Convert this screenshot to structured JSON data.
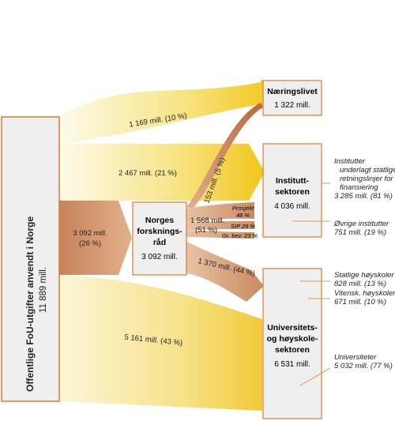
{
  "source": {
    "title": "Offentlige FoU-utgifter anvendt i Norge",
    "value": "11 889 mill."
  },
  "nodes": {
    "naeringslivet": {
      "title": "Næringslivet",
      "value": "1 322 mill."
    },
    "institutt": {
      "title_line1": "Institutt-",
      "title_line2": "sektoren",
      "value": "4 036 mill."
    },
    "uh": {
      "title_line1": "Universitets-",
      "title_line2": "og høyskole-",
      "title_line3": "sektoren",
      "value": "6 531 mill."
    },
    "nfr": {
      "title_line1": "Norges",
      "title_line2": "forsknings-",
      "title_line3": "råd",
      "value": "3 092 mill."
    }
  },
  "flows": {
    "to_naering": "1 169 mill. (10 %)",
    "to_institutt": "2 467 mill. (21 %)",
    "to_nfr_value": "3 092 mill.",
    "to_nfr_pct": "(26 %)",
    "to_uh": "5 161 mill. (43 %)",
    "nfr_to_naering": "153 mill. (5 %)",
    "nfr_to_institutt_value": "1 568 mill.",
    "nfr_to_institutt_pct": "(51 %)",
    "nfr_to_uh": "1 370 mill. (44 %)"
  },
  "sub_flows": {
    "prosjekt_name": "Prosjekt",
    "prosjekt_pct": "48 %",
    "sip": "SIP 29 %",
    "grbev": "Gr. bev. 23 %"
  },
  "annotations": {
    "inst_statlig": [
      "Institutter",
      "underlagt statlige",
      "retningslinjer for",
      "finansiering",
      "3 285 mill. (81 %)"
    ],
    "inst_ovrige": [
      "Øvrige institutter",
      "751 mill. (19 %)"
    ],
    "uh_statlige": [
      "Statlige høyskoler",
      "828 mill. (13 %)"
    ],
    "uh_vitensk": [
      "Vitensk. høyskoler",
      "671 mill. (10 %)"
    ],
    "uh_univ": [
      "Universiteter",
      "5 032 mill. (77 %)"
    ]
  },
  "colors": {
    "yellow_light": "#fbf6dc",
    "yellow_dark": "#f2c61b",
    "brown_light": "#ecc9ac",
    "brown_dark": "#c27a52",
    "box_border": "#e07a2e",
    "source_box_fill": "#efefef"
  }
}
